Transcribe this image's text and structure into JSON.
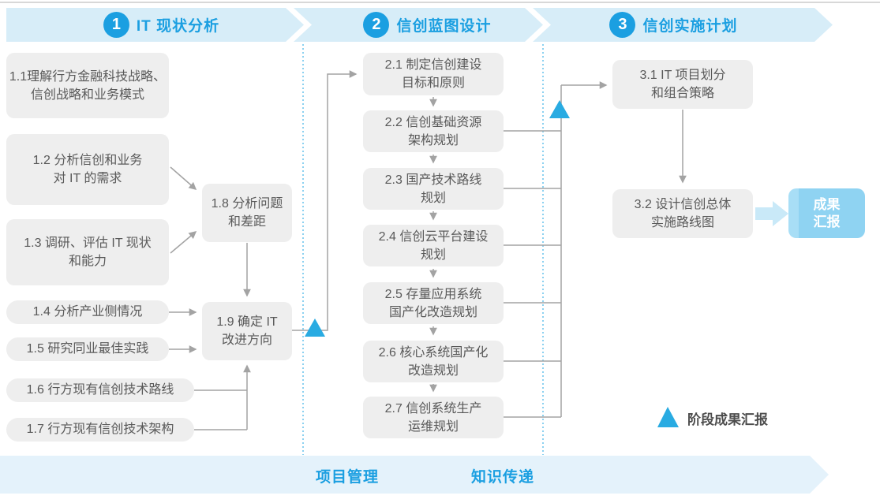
{
  "phases": [
    {
      "number": "1",
      "title": "IT 现状分析"
    },
    {
      "number": "2",
      "title": "信创蓝图设计"
    },
    {
      "number": "3",
      "title": "信创实施计划"
    }
  ],
  "steps": {
    "s1_1": "1.1理解行方金融科技战略、\n信创战略和业务模式",
    "s1_2": "1.2 分析信创和业务\n对 IT 的需求",
    "s1_3": "1.3 调研、评估 IT 现状\n和能力",
    "s1_4": "1.4 分析产业侧情况",
    "s1_5": "1.5 研究同业最佳实践",
    "s1_6": "1.6 行方现有信创技术路线",
    "s1_7": "1.7 行方现有信创技术架构",
    "s1_8": "1.8 分析问题\n和差距",
    "s1_9": "1.9 确定 IT\n改进方向",
    "s2_1": "2.1 制定信创建设\n目标和原则",
    "s2_2": "2.2 信创基础资源\n架构规划",
    "s2_3": "2.3 国产技术路线\n规划",
    "s2_4": "2.4 信创云平台建设\n规划",
    "s2_5": "2.5 存量应用系统\n国产化改造规划",
    "s2_6": "2.6 核心系统国产化\n改造规划",
    "s2_7": "2.7 信创系统生产\n运维规划",
    "s3_1": "3.1 IT 项目划分\n和组合策略",
    "s3_2": "3.2 设计信创总体\n实施路线图"
  },
  "outcome": {
    "label": "成果\n汇报"
  },
  "legend": {
    "label": "阶段成果汇报"
  },
  "footer": {
    "left_label": "项目管理",
    "right_label": "知识传递"
  },
  "colors": {
    "accent_blue": "#1B9FE1",
    "band_fill": "#D7EDF8",
    "footer_band_fill": "#E4F2FB",
    "triangle_blue": "#29ABE2",
    "node_fill": "#EEEEEE",
    "node_text": "#595959",
    "connector_gray": "#A3A3A3",
    "outcome_fill": "#8FD3F2",
    "outcome_arrow_fill": "#C9E9F8",
    "dotted_divider": "#4DB8E8"
  }
}
